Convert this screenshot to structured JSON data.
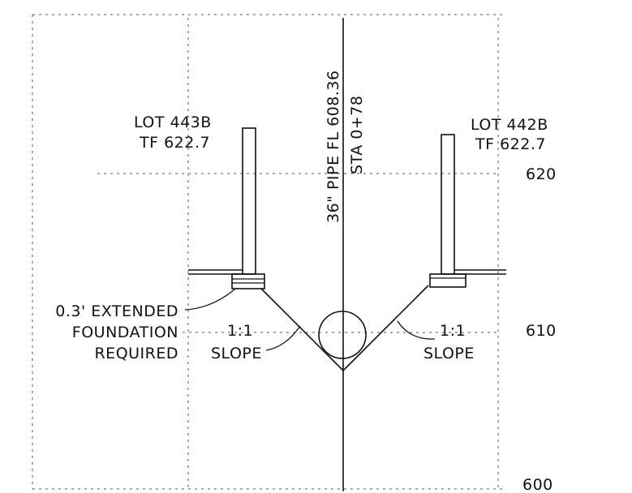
{
  "lot_left": {
    "name": "LOT 443B",
    "tf": "TF 622.7"
  },
  "lot_right": {
    "name": "LOT 442B",
    "tf": "TF 622.7"
  },
  "pipe_label": "36\" PIPE FL 608.36",
  "station_label": "STA 0+78",
  "elevations": {
    "e620": "620",
    "e610": "610",
    "e600": "600"
  },
  "foundation_note": [
    "0.3' EXTENDED",
    "FOUNDATION",
    "REQUIRED"
  ],
  "slope_left": {
    "ratio": "1:1",
    "word": "SLOPE"
  },
  "slope_right": {
    "ratio": "1:1",
    "word": "SLOPE"
  }
}
